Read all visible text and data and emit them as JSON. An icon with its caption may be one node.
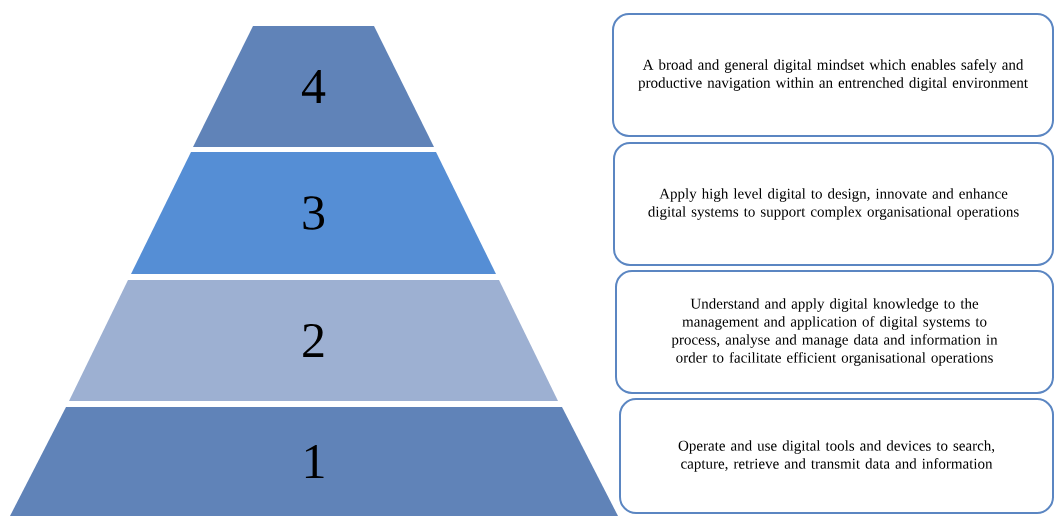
{
  "diagram": {
    "nodes": [
      {
        "text": [
          "4"
        ]
      },
      {
        "text": [
          "3"
        ]
      },
      {
        "text": [
          "2"
        ]
      },
      {
        "text": [
          "1"
        ]
      },
      {
        "text": [
          "A broad and general digital mindset which enables safely and productive navigation within an entrenched digital environment"
        ]
      },
      {
        "text": [
          "Apply high level digital to design, innovate and enhance digital systems to support complex organisational operations"
        ]
      },
      {
        "text": [
          "Understand and apply digital knowledge to the management and application of digital systems to process, analyse and manage data and information in order to facilitate efficient organisational operations"
        ]
      },
      {
        "text": [
          "Operate and use digital tools and devices to search, capture, retrieve and transmit data and information"
        ]
      }
    ]
  }
}
